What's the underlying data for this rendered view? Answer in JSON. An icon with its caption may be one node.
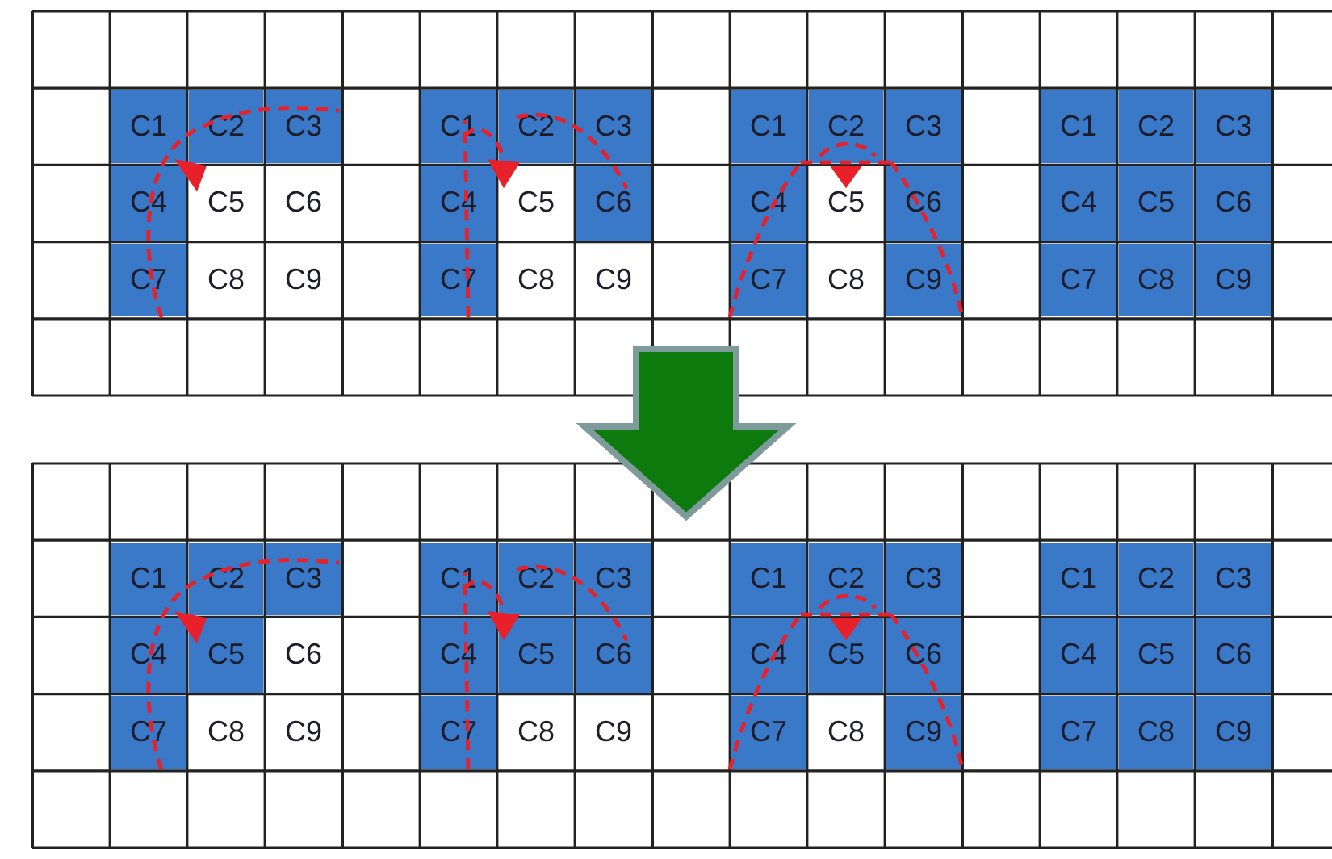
{
  "diagram": {
    "labels": [
      "C1",
      "C2",
      "C3",
      "C1",
      "C2",
      "C3",
      "C1",
      "C2",
      "C3",
      "C1",
      "C2",
      "C3",
      "C4",
      "C5",
      "C6",
      "C4",
      "C5",
      "C6",
      "C4",
      "C5",
      "C6",
      "C4",
      "C5",
      "C6",
      "C7",
      "C8",
      "C9",
      "C7",
      "C8",
      "C9",
      "C7",
      "C8",
      "C9",
      "C7",
      "C8",
      "C9",
      "C1",
      "C2",
      "C3",
      "C1",
      "C2",
      "C3",
      "C1",
      "C2",
      "C3",
      "C1",
      "C2",
      "C3",
      "C4",
      "C5",
      "C6",
      "C4",
      "C5",
      "C6",
      "C4",
      "C5",
      "C6",
      "C4",
      "C5",
      "C6",
      "C7",
      "C8",
      "C9",
      "C7",
      "C8",
      "C9",
      "C7",
      "C8",
      "C9",
      "C7",
      "C8",
      "C9"
    ]
  }
}
